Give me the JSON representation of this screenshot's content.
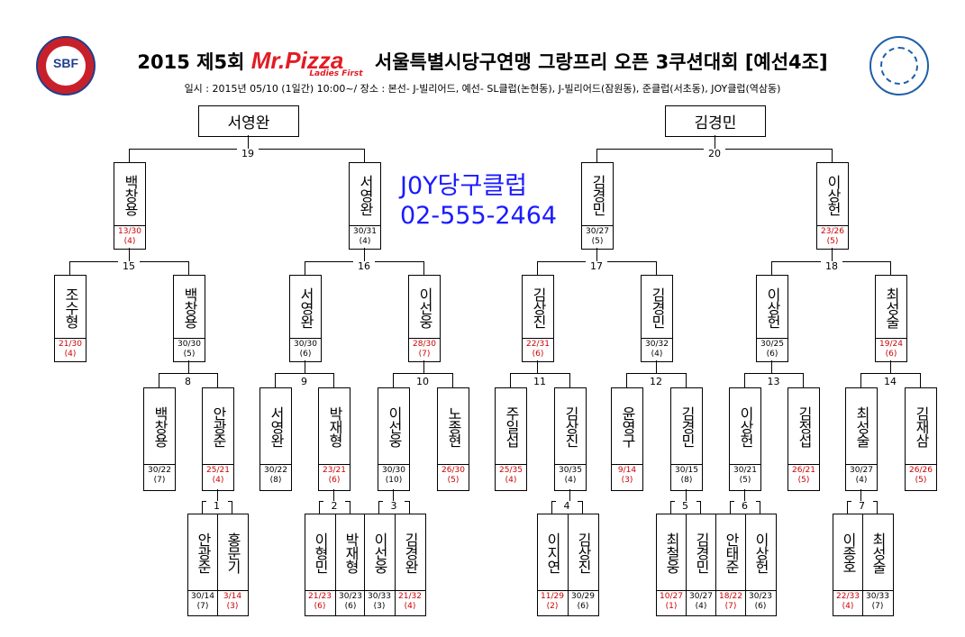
{
  "header": {
    "title_prefix": "2015 제5회",
    "brand": "Mr.Pizza",
    "brand_sub": "Ladies First",
    "title_suffix": "서울특별시당구연맹 그랑프리 오픈 3쿠션대회 [예선4조]",
    "subtitle": "일시 : 2015년 05/10 (1일간) 10:00~/ 장소 : 본선- J-빌리어드, 예선- SL클럽(논현동), J-빌리어드(잠원동), 준클럽(서초동), JOY클럽(역삼동)",
    "logo_left_text": "SBF"
  },
  "promo": {
    "line1": "J0Y당구클럽",
    "line2": "02-555-2464"
  },
  "colors": {
    "loser_score": "#cc0000",
    "promo_text": "#1a1aff",
    "brand": "#e31b23"
  },
  "bracket": {
    "champions": [
      "서영완",
      "김경민"
    ],
    "final_matches": [
      {
        "no": "19",
        "slot": 0
      },
      {
        "no": "20",
        "slot": 1
      }
    ],
    "match_numbers": [
      "1",
      "2",
      "3",
      "4",
      "5",
      "6",
      "7",
      "8",
      "9",
      "10",
      "11",
      "12",
      "13",
      "14",
      "15",
      "16",
      "17",
      "18",
      "19",
      "20"
    ],
    "round4": [
      {
        "name": "백창용",
        "score": "13/30",
        "inn": "(4)",
        "lose": true
      },
      {
        "name": "서영완",
        "score": "30/31",
        "inn": "(4)",
        "lose": false
      },
      {
        "name": "김경민",
        "score": "30/27",
        "inn": "(5)",
        "lose": false
      },
      {
        "name": "이상헌",
        "score": "23/26",
        "inn": "(5)",
        "lose": true
      }
    ],
    "round3": [
      {
        "name": "조수형",
        "score": "21/30",
        "inn": "(4)",
        "lose": true
      },
      {
        "name": "백창용",
        "score": "30/30",
        "inn": "(5)",
        "lose": false
      },
      {
        "name": "서영완",
        "score": "30/30",
        "inn": "(6)",
        "lose": false
      },
      {
        "name": "이선웅",
        "score": "28/30",
        "inn": "(7)",
        "lose": true
      },
      {
        "name": "김상진",
        "score": "22/31",
        "inn": "(6)",
        "lose": true
      },
      {
        "name": "김경민",
        "score": "30/32",
        "inn": "(4)",
        "lose": false
      },
      {
        "name": "이상헌",
        "score": "30/25",
        "inn": "(6)",
        "lose": false
      },
      {
        "name": "최성술",
        "score": "19/24",
        "inn": "(6)",
        "lose": true
      }
    ],
    "round2": [
      {
        "name": "백창용",
        "score": "30/22",
        "inn": "(7)",
        "lose": false
      },
      {
        "name": "안광준",
        "score": "25/21",
        "inn": "(4)",
        "lose": true
      },
      {
        "name": "서영완",
        "score": "30/22",
        "inn": "(8)",
        "lose": false
      },
      {
        "name": "박재형",
        "score": "23/21",
        "inn": "(6)",
        "lose": true
      },
      {
        "name": "이선웅",
        "score": "30/30",
        "inn": "(10)",
        "lose": false
      },
      {
        "name": "노종현",
        "score": "26/30",
        "inn": "(5)",
        "lose": true
      },
      {
        "name": "주일섭",
        "score": "25/35",
        "inn": "(4)",
        "lose": true
      },
      {
        "name": "김상진",
        "score": "30/35",
        "inn": "(4)",
        "lose": false
      },
      {
        "name": "윤영구",
        "score": "9/14",
        "inn": "(3)",
        "lose": true
      },
      {
        "name": "김경민",
        "score": "30/15",
        "inn": "(8)",
        "lose": false
      },
      {
        "name": "이상헌",
        "score": "30/21",
        "inn": "(5)",
        "lose": false
      },
      {
        "name": "김정섭",
        "score": "26/21",
        "inn": "(5)",
        "lose": true
      },
      {
        "name": "최성술",
        "score": "30/27",
        "inn": "(4)",
        "lose": false
      },
      {
        "name": "김재삼",
        "score": "26/26",
        "inn": "(5)",
        "lose": true
      }
    ],
    "round1": [
      {
        "name": "안광준",
        "score": "30/14",
        "inn": "(7)",
        "lose": false
      },
      {
        "name": "홍문기",
        "score": "3/14",
        "inn": "(3)",
        "lose": true
      },
      {
        "name": "이형민",
        "score": "21/23",
        "inn": "(6)",
        "lose": true
      },
      {
        "name": "박재형",
        "score": "30/23",
        "inn": "(6)",
        "lose": false
      },
      {
        "name": "이선웅",
        "score": "30/33",
        "inn": "(3)",
        "lose": false
      },
      {
        "name": "김경완",
        "score": "21/32",
        "inn": "(4)",
        "lose": true
      },
      {
        "name": "이지연",
        "score": "11/29",
        "inn": "(2)",
        "lose": true
      },
      {
        "name": "김상진",
        "score": "30/29",
        "inn": "(6)",
        "lose": false
      },
      {
        "name": "최철웅",
        "score": "10/27",
        "inn": "(1)",
        "lose": true
      },
      {
        "name": "김경민",
        "score": "30/27",
        "inn": "(4)",
        "lose": false
      },
      {
        "name": "안태준",
        "score": "18/22",
        "inn": "(7)",
        "lose": true
      },
      {
        "name": "이상헌",
        "score": "30/23",
        "inn": "(6)",
        "lose": false
      },
      {
        "name": "이종호",
        "score": "22/33",
        "inn": "(4)",
        "lose": true
      },
      {
        "name": "최성술",
        "score": "30/33",
        "inn": "(7)",
        "lose": false
      }
    ]
  }
}
